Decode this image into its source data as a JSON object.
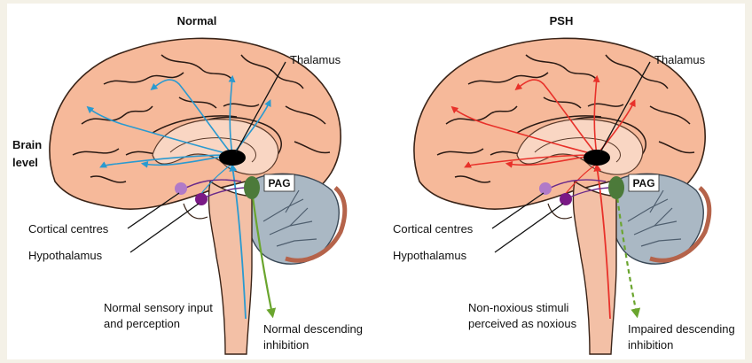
{
  "panels": [
    {
      "title": "Normal",
      "side_label": "Brain\nlevel",
      "labels": {
        "thalamus": "Thalamus",
        "pag": "PAG",
        "cortical": "Cortical centres",
        "hypothalamus": "Hypothalamus",
        "input": "Normal sensory input\nand perception",
        "descending": "Normal descending\ninhibition"
      },
      "pathway_color": "#2a9ad0",
      "descending_color": "#6aa52e"
    },
    {
      "title": "PSH",
      "labels": {
        "thalamus": "Thalamus",
        "pag": "PAG",
        "cortical": "Cortical centres",
        "hypothalamus": "Hypothalamus",
        "input": "Non-noxious stimuli\nperceived as noxious",
        "descending": "Impaired descending\ninhibition"
      },
      "pathway_color": "#e8312a",
      "descending_color": "#6aa52e"
    }
  ],
  "colors": {
    "brain": "#f6b99a",
    "gyrus_line": "#2a1a14",
    "cerebellum": "#aab8c4",
    "brainstem": "#f3c0a6",
    "thalamus": "#000000",
    "cortical_centre": "#b07ac8",
    "hypothalamus": "#7a1a86",
    "pag": "#4c7a3a"
  }
}
